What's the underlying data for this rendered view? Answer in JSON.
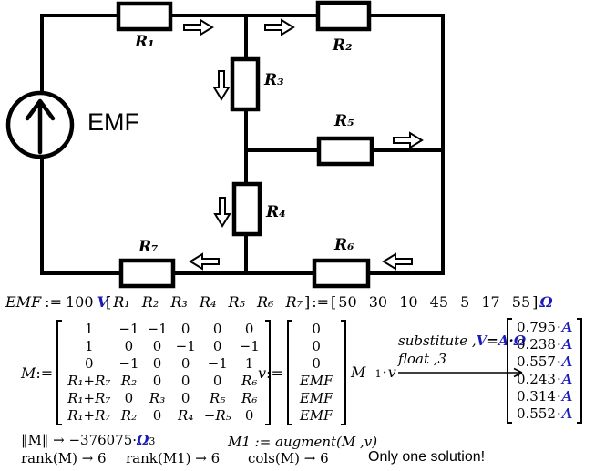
{
  "app": {
    "background": "#ffffff",
    "accent_blue": "#1a1ab8"
  },
  "circuit": {
    "source_label": "EMF",
    "resistor_labels": {
      "r1": "R₁",
      "r2": "R₂",
      "r3": "R₃",
      "r4": "R₄",
      "r5": "R₅",
      "r6": "R₆",
      "r7": "R₇"
    }
  },
  "definitions": {
    "emf": {
      "name": "EMF",
      "assign": ":=",
      "value": "100",
      "unit": "V"
    },
    "resistors": {
      "open": "[",
      "names": "R₁ R₂ R₃ R₄ R₅ R₆ R₇",
      "close": "]",
      "assign": ":=",
      "open2": "[",
      "values": "50 30 10 45 5 17 55",
      "close2": "]",
      "unit": "Ω"
    }
  },
  "matrix_M": {
    "name": "M",
    "assign": ":=",
    "rows": [
      [
        "1",
        "−1",
        "−1",
        "0",
        "0",
        "0"
      ],
      [
        "1",
        "0",
        "0",
        "−1",
        "0",
        "−1"
      ],
      [
        "0",
        "−1",
        "0",
        "0",
        "−1",
        "1"
      ],
      [
        "R₁+R₇",
        "R₂",
        "0",
        "0",
        "0",
        "R₆"
      ],
      [
        "R₁+R₇",
        "0",
        "R₃",
        "0",
        "R₅",
        "R₆"
      ],
      [
        "R₁+R₇",
        "R₂",
        "0",
        "R₄",
        "−R₅",
        "0"
      ]
    ]
  },
  "vector_v": {
    "name": "v",
    "assign": ":=",
    "rows": [
      "0",
      "0",
      "0",
      "EMF",
      "EMF",
      "EMF"
    ]
  },
  "solve": {
    "base": "M",
    "exp": "−1",
    "dot": "·",
    "arg": "v",
    "substitute_prefix": "substitute ,",
    "sub_v": "V",
    "sub_eq": "=",
    "sub_a": "A",
    "sub_dot": "·",
    "sub_unit": "Ω",
    "float_label": "float ,3"
  },
  "result": {
    "values": [
      "0.795",
      "0.238",
      "0.557",
      "0.243",
      "0.314",
      "0.552"
    ],
    "dot": "·",
    "unit": "A"
  },
  "checks": {
    "norm": "‖M‖ → −376075·",
    "norm_unit": "Ω",
    "norm_exp": "3",
    "m1": "M1 := augment(M ,v)",
    "rank_m": "rank(M) → 6",
    "rank_m1": "rank(M1) → 6",
    "cols": "cols(M) → 6",
    "note": "Only one solution!"
  }
}
